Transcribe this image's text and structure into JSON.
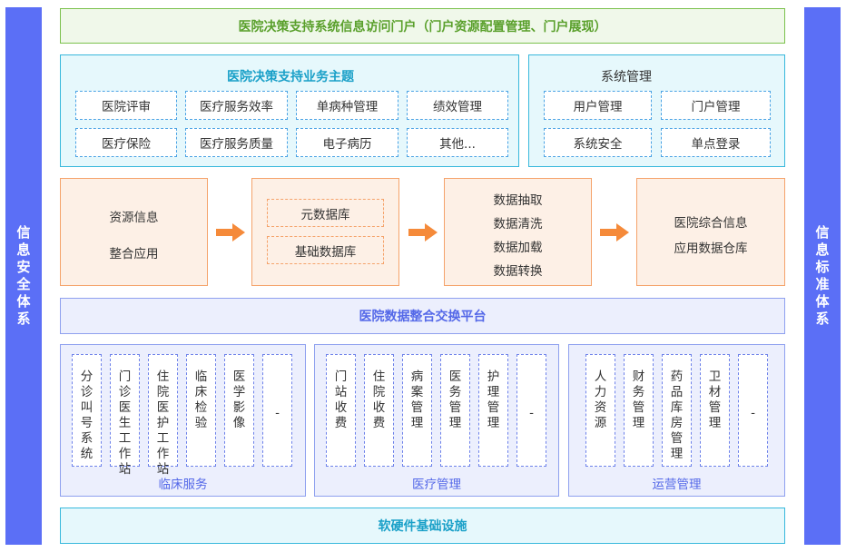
{
  "left_bar": "信息安全体系",
  "right_bar": "信息标准体系",
  "portal": "医院决策支持系统信息访问门户（门户资源配置管理、门户展现）",
  "business": {
    "title": "医院决策支持业务主题",
    "items": [
      "医院评审",
      "医疗服务效率",
      "单病种管理",
      "绩效管理",
      "医疗保险",
      "医疗服务质量",
      "电子病历",
      "其他..."
    ]
  },
  "system": {
    "title": "系统管理",
    "items": [
      "用户管理",
      "门户管理",
      "系统安全",
      "单点登录"
    ]
  },
  "flow": {
    "resource": [
      "资源信息",
      "整合应用"
    ],
    "databases": [
      "元数据库",
      "基础数据库"
    ],
    "processing": [
      "数据抽取",
      "数据清洗",
      "数据加载",
      "数据转换"
    ],
    "warehouse": [
      "医院综合信息",
      "应用数据仓库"
    ],
    "arrow_color": "#f58a3a"
  },
  "platform": "医院数据整合交换平台",
  "groups": [
    {
      "title": "临床服务",
      "items": [
        "分诊叫号系统",
        "门诊医生工作站",
        "住院医护工作站",
        "临床检验",
        "医学影像",
        "-"
      ]
    },
    {
      "title": "医疗管理",
      "items": [
        "门站收费",
        "住院收费",
        "病案管理",
        "医务管理",
        "护理管理",
        "-"
      ]
    },
    {
      "title": "运营管理",
      "items": [
        "人力资源",
        "财务管理",
        "药品库房管理",
        "卫材管理",
        "-"
      ]
    }
  ],
  "infrastructure": "软硬件基础设施"
}
